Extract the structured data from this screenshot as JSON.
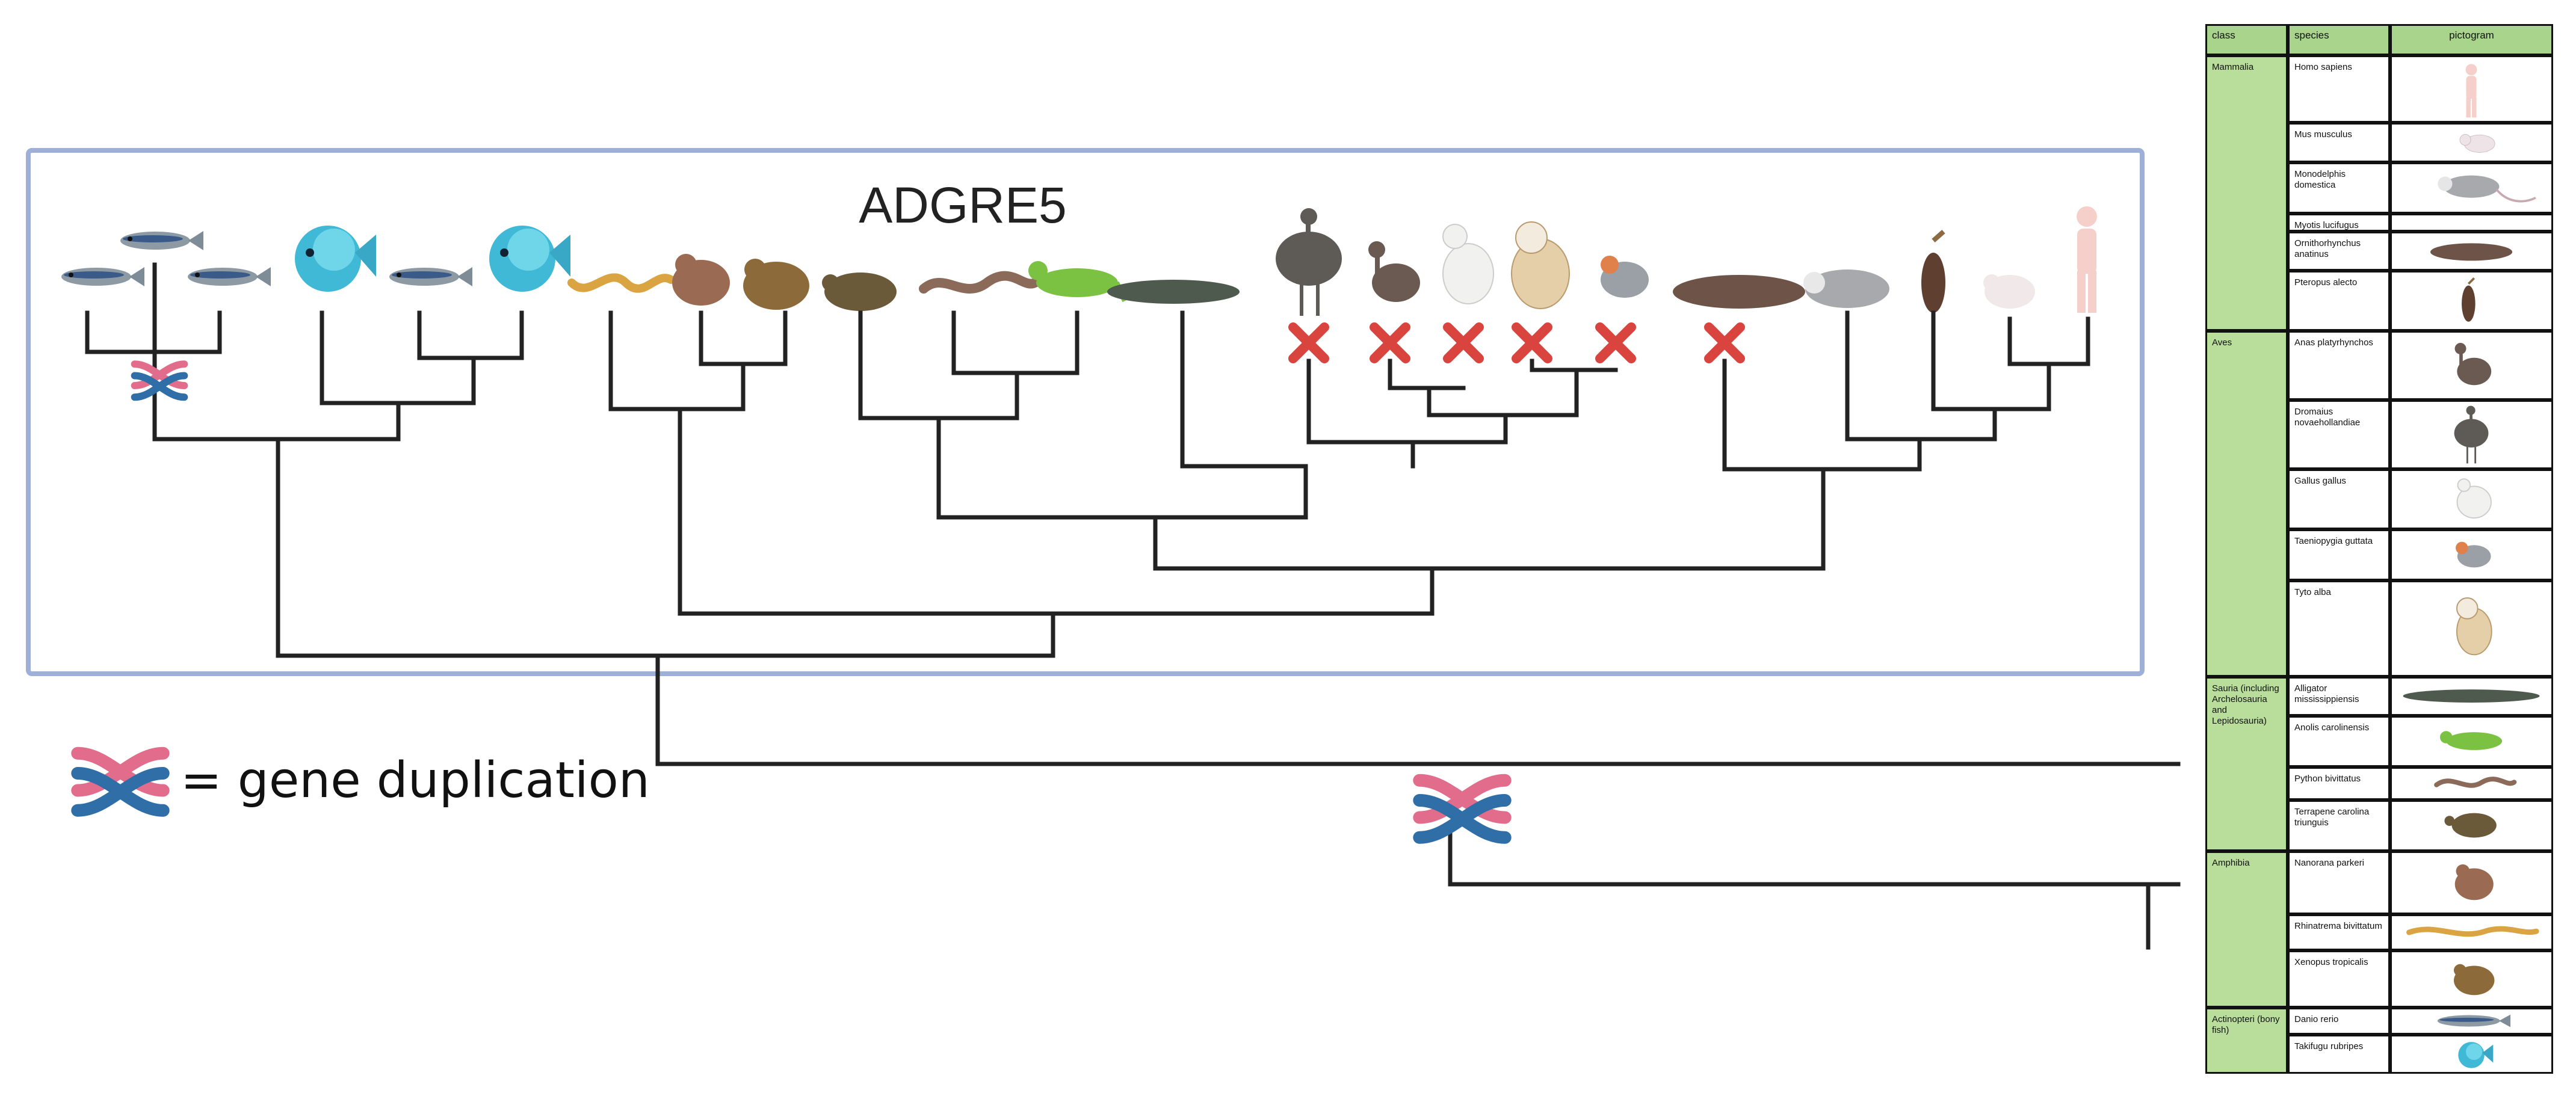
{
  "diagram": {
    "title": "ADGRE5",
    "legend_label": "= gene duplication",
    "colors": {
      "duplication_pink": "#e26c8c",
      "duplication_blue": "#2f6ea6",
      "loss_cross": "#d9443f",
      "box_border": "#9fb0d8"
    }
  },
  "table": {
    "headers": {
      "class": "class",
      "species": "species",
      "pictogram": "pictogram"
    },
    "groups": [
      {
        "class": "Mammalia",
        "rows": [
          {
            "species": "Homo sapiens",
            "icon": "human-icon"
          },
          {
            "species": "Mus musculus",
            "icon": "mouse-icon"
          },
          {
            "species": "Monodelphis domestica",
            "icon": "opossum-icon"
          },
          {
            "species": "Myotis lucifugus",
            "icon": ""
          },
          {
            "species": "Ornithorhynchus anatinus",
            "icon": "platypus-icon"
          },
          {
            "species": "Pteropus alecto",
            "icon": "bat-icon"
          }
        ]
      },
      {
        "class": "Aves",
        "rows": [
          {
            "species": "Anas platyrhynchos",
            "icon": "duck-icon"
          },
          {
            "species": "Dromaius novaehollandiae",
            "icon": "emu-icon"
          },
          {
            "species": "Gallus gallus",
            "icon": "chicken-icon"
          },
          {
            "species": "Taeniopygia guttata",
            "icon": "finch-icon"
          },
          {
            "species": "Tyto alba",
            "icon": "owl-icon"
          }
        ]
      },
      {
        "class": "Sauria (including Archelosauria and Lepidosauria)",
        "rows": [
          {
            "species": "Alligator mississippiensis",
            "icon": "alligator-icon"
          },
          {
            "species": "Anolis carolinensis",
            "icon": "lizard-icon"
          },
          {
            "species": "Python bivittatus",
            "icon": "snake-icon"
          },
          {
            "species": "Terrapene carolina triunguis",
            "icon": "turtle-icon"
          }
        ]
      },
      {
        "class": "Amphibia",
        "rows": [
          {
            "species": "Nanorana parkeri",
            "icon": "frog-icon"
          },
          {
            "species": "Rhinatrema bivittatum",
            "icon": "caecilian-icon"
          },
          {
            "species": "Xenopus tropicalis",
            "icon": "toad-icon"
          }
        ]
      },
      {
        "class": "Actinopteri (bony fish)",
        "rows": [
          {
            "species": "Danio rerio",
            "icon": "zebrafish-icon"
          },
          {
            "species": "Takifugu rubripes",
            "icon": "pufferfish-icon"
          }
        ]
      }
    ]
  }
}
